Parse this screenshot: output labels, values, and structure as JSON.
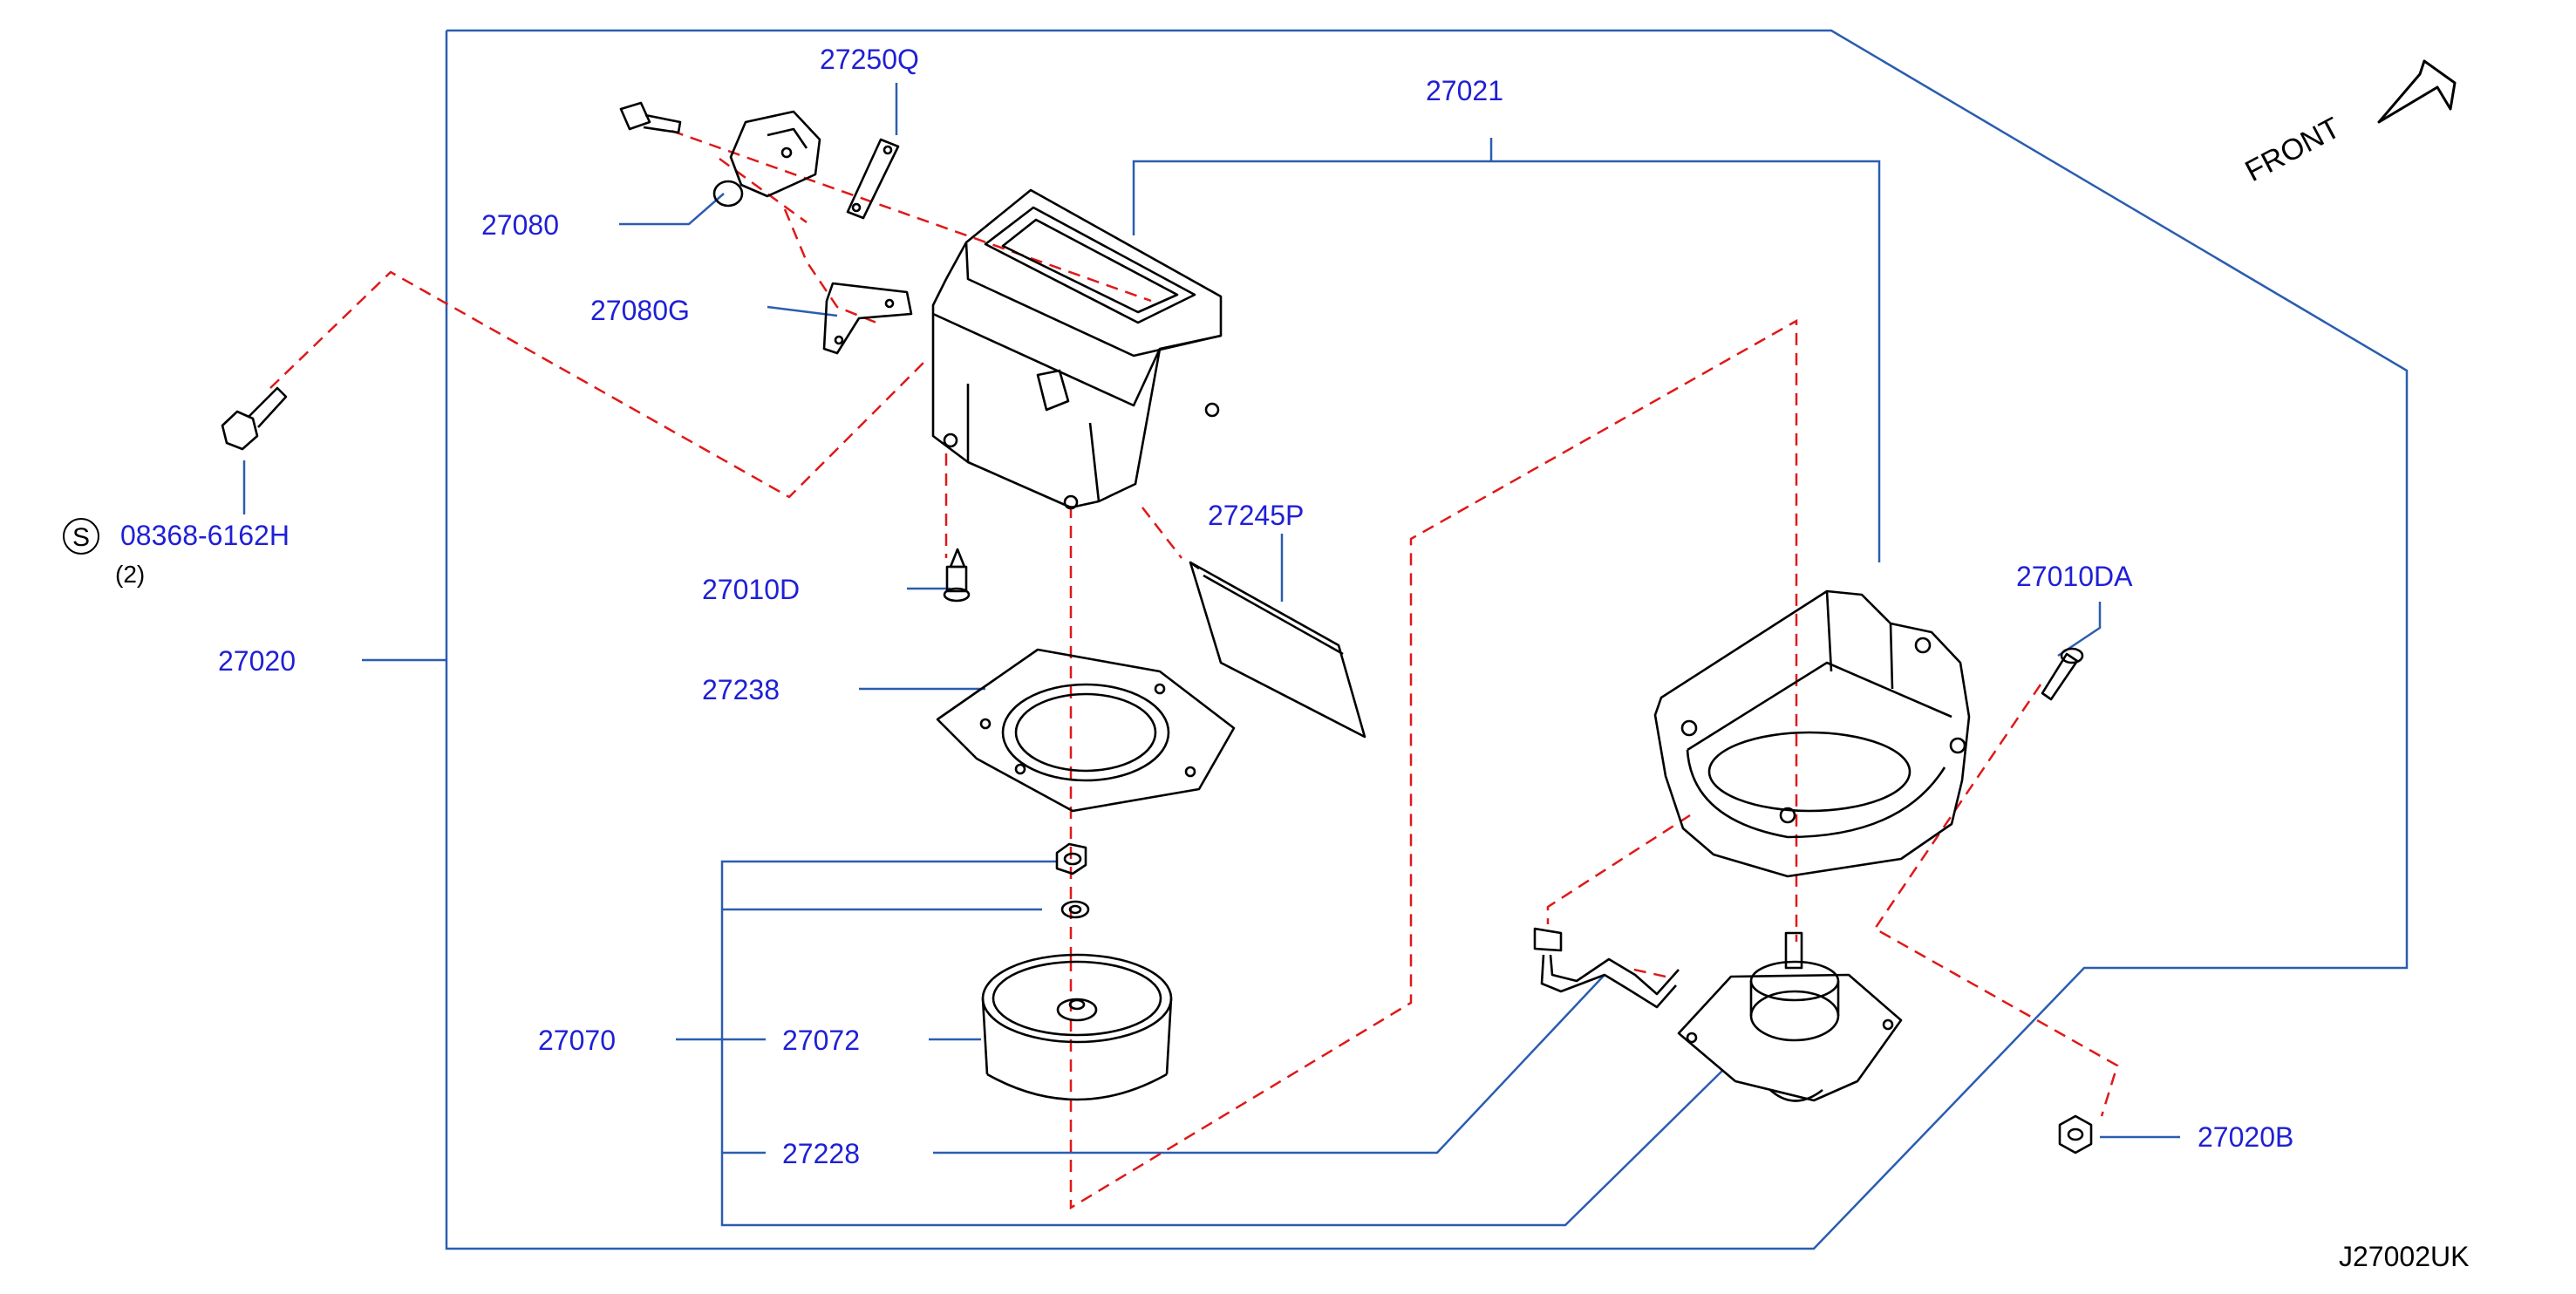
{
  "labels": {
    "p27250Q": "27250Q",
    "p27021": "27021",
    "p27080": "27080",
    "p27080G": "27080G",
    "bolt_prefix": "S",
    "bolt": "08368-6162H",
    "bolt_qty": "(2)",
    "p27010D": "27010D",
    "p27245P": "27245P",
    "p27020": "27020",
    "p27238": "27238",
    "p27010DA": "27010DA",
    "p27070": "27070",
    "p27072": "27072",
    "p27228": "27228",
    "p27020B": "27020B",
    "front": "FRONT",
    "code": "J27002UK"
  },
  "colors": {
    "label": "#1f1fd6",
    "leader": "#2a5db0",
    "dash": "#e01818",
    "part": "#000000"
  }
}
